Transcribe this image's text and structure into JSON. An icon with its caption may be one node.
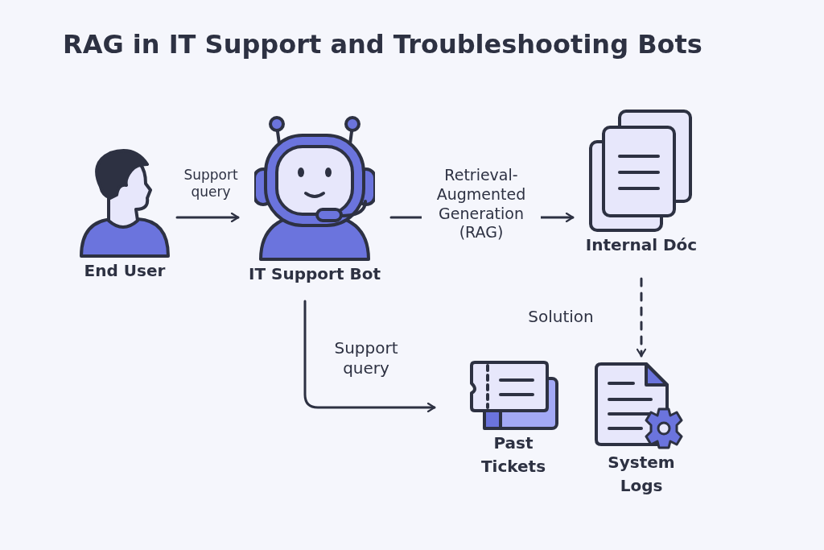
{
  "diagram": {
    "title": "RAG in IT Support and Troubleshooting Bots",
    "nodes": [
      {
        "text": [
          "End User"
        ]
      },
      {
        "text": [
          "IT Support Bot"
        ]
      },
      {
        "text": [
          "Internal Dóc"
        ]
      },
      {
        "text": [
          "Past Tickets"
        ]
      },
      {
        "text": [
          "System Logs"
        ]
      }
    ],
    "edges": [
      {
        "from": 0,
        "to": 1,
        "arrow": "to",
        "label": "Support query"
      },
      {
        "from": 1,
        "to": 2,
        "arrow": "to",
        "label": "Retrieval-Augmented Generation (RAG)"
      },
      {
        "from": 2,
        "to": 4,
        "arrow": "to",
        "label": "Solution",
        "style": "dashed"
      },
      {
        "from": 1,
        "to": 3,
        "arrow": "to",
        "label": "Support query"
      }
    ]
  }
}
